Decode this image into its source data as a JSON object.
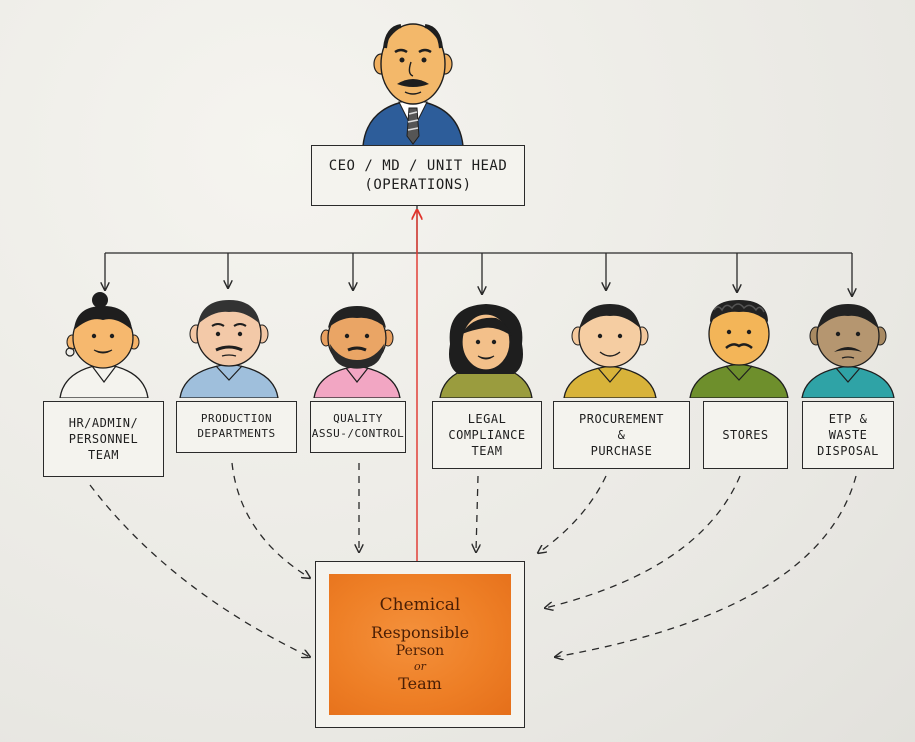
{
  "ceo": {
    "line1": "CEO / MD / UNIT HEAD",
    "line2": "(OPERATIONS)",
    "icon": "ceo-figure"
  },
  "departments": [
    {
      "lines": [
        "HR/ADMIN/",
        "PERSONNEL",
        "TEAM"
      ],
      "icon": "woman-with-bun-figure"
    },
    {
      "lines": [
        "PRODUCTION",
        "DEPARTMENTS"
      ],
      "icon": "worried-man-figure"
    },
    {
      "lines": [
        "QUALITY",
        "ASSU-/CONTROL"
      ],
      "icon": "bearded-man-figure"
    },
    {
      "lines": [
        "LEGAL",
        "COMPLIANCE",
        "TEAM"
      ],
      "icon": "woman-long-hair-figure"
    },
    {
      "lines": [
        "PROCUREMENT",
        "&",
        "PURCHASE"
      ],
      "icon": "smiling-man-figure"
    },
    {
      "lines": [
        "STORES"
      ],
      "icon": "curly-hair-man-figure"
    },
    {
      "lines": [
        "ETP &",
        "WASTE",
        "DISPOSAL"
      ],
      "icon": "mustache-man-figure"
    }
  ],
  "crp": {
    "line1": "Chemical",
    "line2": "Responsible",
    "line3": "Person",
    "line4": "or",
    "line5": "Team"
  },
  "colors": {
    "crp_fill": "#ee7f26",
    "report_arrow": "#e0332b",
    "ink": "#2a2a2a"
  }
}
